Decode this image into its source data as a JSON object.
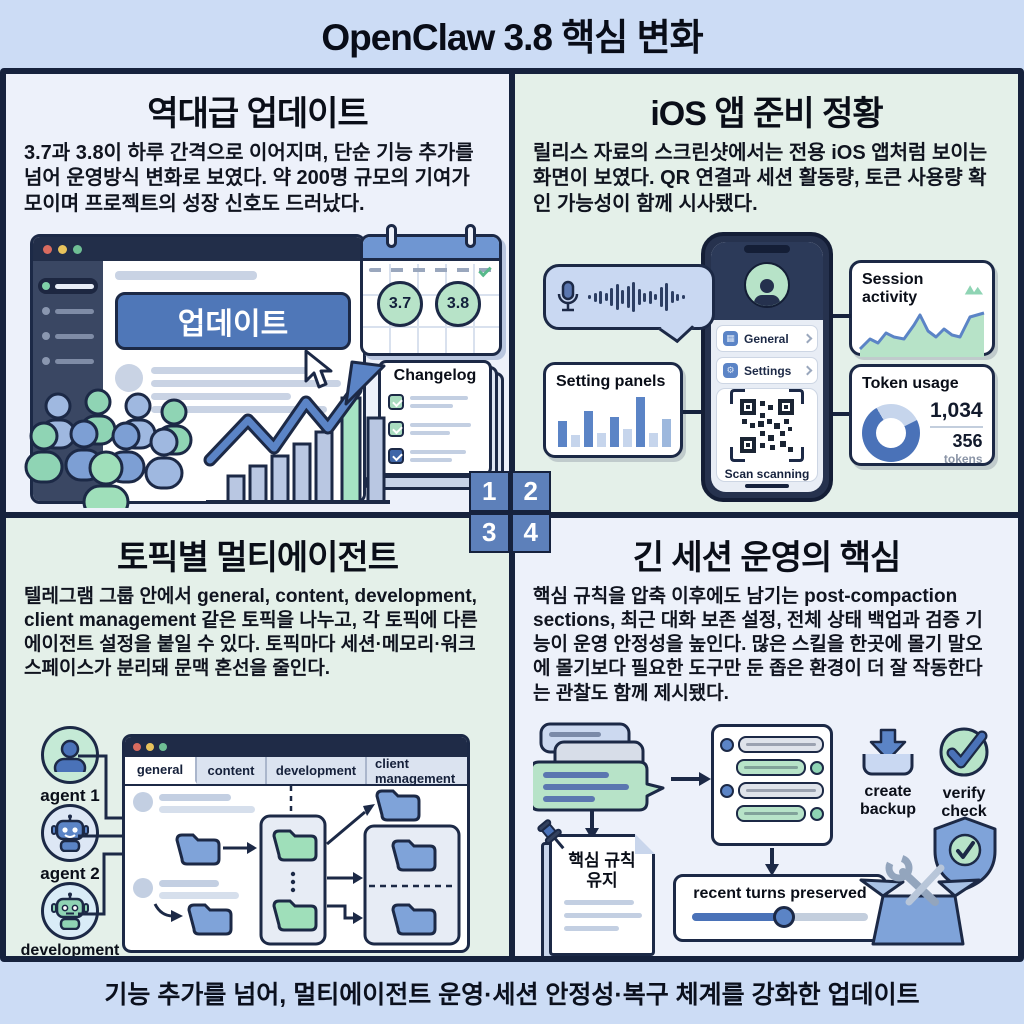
{
  "header": {
    "title": "OpenClaw 3.8 핵심 변화"
  },
  "badges": {
    "q1": "1",
    "q2": "2",
    "q3": "3",
    "q4": "4"
  },
  "colors": {
    "navy": "#1c2946",
    "accent_blue": "#4a72b8",
    "light_blue": "#c9d8f2",
    "mint": "#b7e3c8",
    "header_bg": "#ccdcf5",
    "panel_light": "#edf1fa",
    "panel_mint": "#e4f0e9"
  },
  "panels": {
    "update": {
      "title": "역대급 업데이트",
      "body": "3.7과 3.8이 하루 간격으로 이어지며, 단순 기능 추가를 넘어 운영방식 변화로 보였다. 약 200명 규모의 기여가 모이며 프로젝트의 성장 신호도 드러났다.",
      "window_button": "업데이트",
      "calendar": {
        "v1": "3.7",
        "v2": "3.8"
      },
      "changelog_title": "Changelog"
    },
    "ios": {
      "title": "iOS 앱 준비 정황",
      "body": "릴리스 자료의 스크린샷에서는 전용 iOS 앱처럼 보이는 화면이 보였다. QR 연결과 세션 활동량, 토큰 사용량 확인 가능성이 함께 시사됐다.",
      "menu": {
        "general": "General",
        "settings": "Settings"
      },
      "scan_label": "Scan scanning",
      "cards": {
        "session": {
          "title": "Session activity"
        },
        "settings": {
          "title": "Setting panels"
        },
        "token": {
          "title": "Token usage",
          "value": "1,034",
          "sub": "356",
          "unit": "tokens"
        }
      }
    },
    "topics": {
      "title": "토픽별 멀티에이전트",
      "body": "텔레그램 그룹 안에서 general, content, development, client management 같은 토픽을 나누고, 각 토픽에 다른 에이전트 설정을 붙일 수 있다. 토픽마다 세션·메모리·워크스페이스가 분리돼 문맥 혼선을 줄인다.",
      "agents": [
        "agent 1",
        "agent 2",
        "development"
      ],
      "tabs": [
        "general",
        "content",
        "development",
        "client management"
      ]
    },
    "session": {
      "title": "긴 세션 운영의 핵심",
      "body": "핵심 규칙을 압축 이후에도 남기는 post-compaction sections, 최근 대화 보존 설정, 전체 상태 백업과 검증 기능이 운영 안정성을 높인다. 많은 스킬을 한곳에 몰기 말오에 몰기보다 필요한 도구만 둔 좁은 환경이 더 잘 작동한다는 관찰도 함께 제시됐다.",
      "doc_label": "핵심 규칙 유지",
      "slider_label": "recent turns preserved",
      "backup_label": "create backup",
      "verify_label": "verify check"
    }
  },
  "footer": {
    "text": "기능 추가를 넘어, 멀티에이전트 운영·세션 안정성·복구 체계를 강화한 업데이트"
  }
}
